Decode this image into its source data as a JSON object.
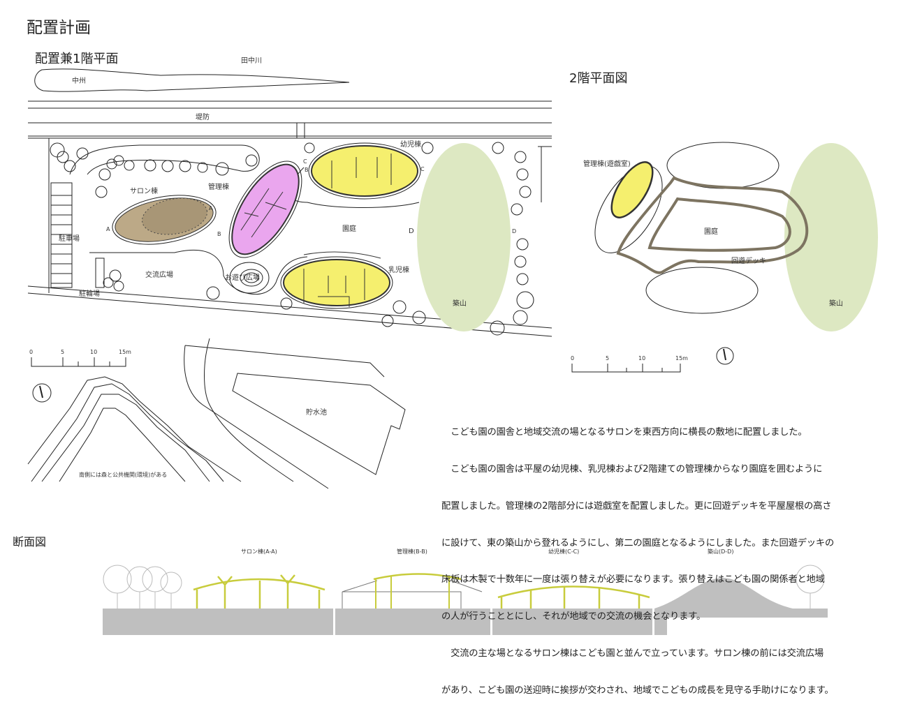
{
  "page_title": "配置計画",
  "plan1": {
    "title": "配置兼1階平面",
    "labels": {
      "river": "田中川",
      "island": "中州",
      "embankment": "堤防",
      "salon": "サロン棟",
      "admin": "管理棟",
      "kinder": "幼児棟",
      "infant": "乳児棟",
      "garden": "園庭",
      "mound": "築山",
      "parking": "駐車場",
      "plaza": "交流広場",
      "play": "お遊び広場",
      "bike": "駐輪場",
      "pond": "貯水池",
      "south_note": "南側には森と公共機関(環境)がある",
      "sec_a": "A",
      "sec_b": "B",
      "sec_c": "C",
      "sec_d": "D"
    },
    "scale": [
      "0",
      "5",
      "10",
      "15m"
    ]
  },
  "plan2": {
    "title": "2階平面図",
    "labels": {
      "admin_play": "管理棟(遊戯室)",
      "garden": "園庭",
      "deck": "回遊デッキ",
      "mound": "築山"
    },
    "scale": [
      "0",
      "5",
      "10",
      "15m"
    ]
  },
  "description": [
    "　こども園の園舎と地域交流の場となるサロンを東西方向に横長の敷地に配置しました。",
    "　こども園の園舎は平屋の幼児棟、乳児棟および2階建ての管理棟からなり園庭を囲むように",
    "配置しました。管理棟の2階部分には遊戯室を配置しました。更に回遊デッキを平屋屋根の高さ",
    "に設けて、東の築山から登れるようにし、第二の園庭となるようにしました。また回遊デッキの",
    "床板は木製で十数年に一度は張り替えが必要になります。張り替えはこども園の関係者と地域",
    "の人が行うこととにし、それが地域での交流の機会となります。",
    "　交流の主な場となるサロン棟はこども園と並んで立っています。サロン棟の前には交流広場",
    "があり、こども園の送迎時に挨拶が交わされ、地域でこどもの成長を見守る手助けになります。"
  ],
  "sections": {
    "title": "断面図",
    "labels": [
      "サロン棟(A-A)",
      "管理棟(B-B)",
      "幼児棟(C-C)",
      "築山(D-D)"
    ]
  },
  "colors": {
    "salon": "#bca987",
    "admin": "#eaa6ee",
    "yellow": "#f5ef6e",
    "mound": "#dde8c2",
    "deck": "#7d7461",
    "ground": "#bfbfbf",
    "frame": "#c8cc3c"
  }
}
